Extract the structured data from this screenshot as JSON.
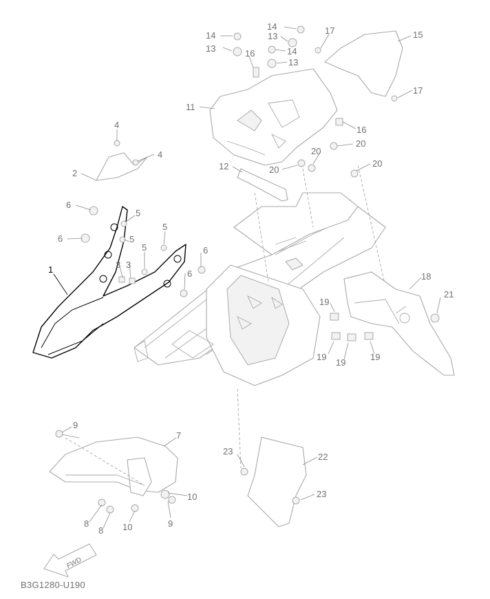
{
  "diagram_code": "B3G1280-U190",
  "fwd_label": "FWD",
  "callouts": [
    "1",
    "2",
    "3",
    "3",
    "4",
    "4",
    "5",
    "5",
    "5",
    "5",
    "6",
    "6",
    "6",
    "6",
    "7",
    "8",
    "8",
    "9",
    "9",
    "10",
    "10",
    "11",
    "12",
    "13",
    "13",
    "13",
    "14",
    "14",
    "14",
    "15",
    "16",
    "16",
    "17",
    "17",
    "18",
    "19",
    "19",
    "19",
    "19",
    "20",
    "20",
    "20",
    "20",
    "21",
    "22",
    "23",
    "23"
  ],
  "highlighted_part": "1",
  "colors": {
    "highlight": "#000000",
    "parts": "#a8a8a8",
    "labels": "#707070"
  }
}
